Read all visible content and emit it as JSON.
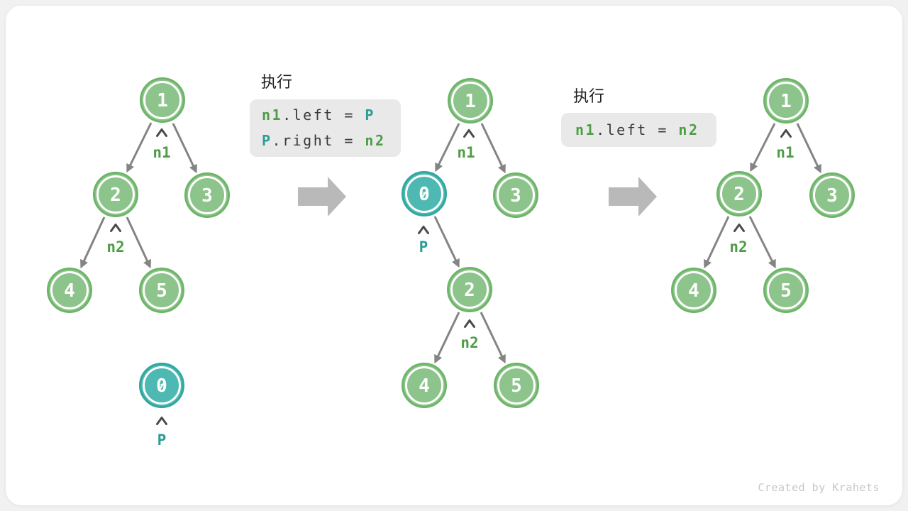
{
  "watermark": "Created by Krahets",
  "steps": [
    {
      "exec_label": "执行",
      "code_lines": [
        [
          "n1",
          ".left = ",
          "P"
        ],
        [
          "P",
          ".right = ",
          "n2"
        ]
      ]
    },
    {
      "exec_label": "执行",
      "code_lines": [
        [
          "n1",
          ".left = ",
          "n2"
        ]
      ]
    }
  ],
  "trees": [
    {
      "nodes": [
        {
          "value": "1"
        },
        {
          "value": "2"
        },
        {
          "value": "3"
        },
        {
          "value": "4"
        },
        {
          "value": "5"
        },
        {
          "value": "0"
        }
      ],
      "pointers": [
        {
          "label": "n1"
        },
        {
          "label": "n2"
        },
        {
          "label": "P"
        }
      ]
    },
    {
      "nodes": [
        {
          "value": "1"
        },
        {
          "value": "0"
        },
        {
          "value": "3"
        },
        {
          "value": "2"
        },
        {
          "value": "4"
        },
        {
          "value": "5"
        }
      ],
      "pointers": [
        {
          "label": "n1"
        },
        {
          "label": "P"
        },
        {
          "label": "n2"
        }
      ]
    },
    {
      "nodes": [
        {
          "value": "1"
        },
        {
          "value": "2"
        },
        {
          "value": "3"
        },
        {
          "value": "4"
        },
        {
          "value": "5"
        }
      ],
      "pointers": [
        {
          "label": "n1"
        },
        {
          "label": "n2"
        }
      ]
    }
  ],
  "colors": {
    "node_green_fill": "#8DC48B",
    "node_green_border": "#6DB568",
    "node_teal_fill": "#4EB9B2",
    "node_teal_border": "#31A79F",
    "label_green": "#4C9E45",
    "label_teal": "#2A9D97",
    "edge_gray": "#848484",
    "big_arrow_gray": "#B9B9B9",
    "code_background": "#E9E9E9",
    "watermark_gray": "#C6C6C6",
    "card_background": "#FFFFFF",
    "page_background": "#F1F1F1"
  }
}
